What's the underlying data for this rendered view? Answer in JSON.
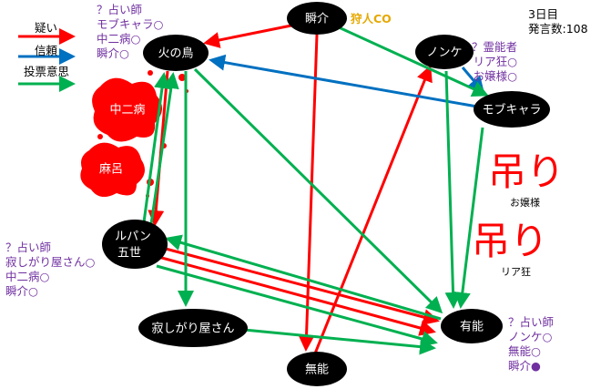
{
  "legend": [
    {
      "label": "疑い",
      "color": "#ff0000"
    },
    {
      "label": "信頼",
      "color": "#0070c0"
    },
    {
      "label": "投票意思",
      "color": "#00b050"
    }
  ],
  "info": {
    "day": "3日目",
    "posts": "発言数:108"
  },
  "hunter_co": "狩人CO",
  "nodes": {
    "shunsuke": "瞬介",
    "hinotori": "火の鳥",
    "nonke": "ノンケ",
    "mobu": "モブキャラ",
    "lupin1": "ルパン",
    "lupin2": "五世",
    "sabishi": "寂しがり屋さん",
    "yuno": "有能",
    "muno": "無能",
    "chuni": "中二病",
    "maro": "麻呂"
  },
  "notes": {
    "hinotori": [
      "？占い師",
      "モブキャラ○",
      "中二病○",
      "瞬介○"
    ],
    "nonke": [
      "？霊能者",
      "リア狂○",
      "お嬢様○"
    ],
    "lupin": [
      "？占い師",
      "寂しがり屋さん○",
      "中二病○",
      "瞬介○"
    ],
    "yuno": [
      "？占い師",
      "ノンケ○",
      "無能○",
      "瞬介●"
    ]
  },
  "hanged": [
    {
      "mark": "吊り",
      "name": "お嬢様"
    },
    {
      "mark": "吊り",
      "name": "リア狂"
    }
  ]
}
